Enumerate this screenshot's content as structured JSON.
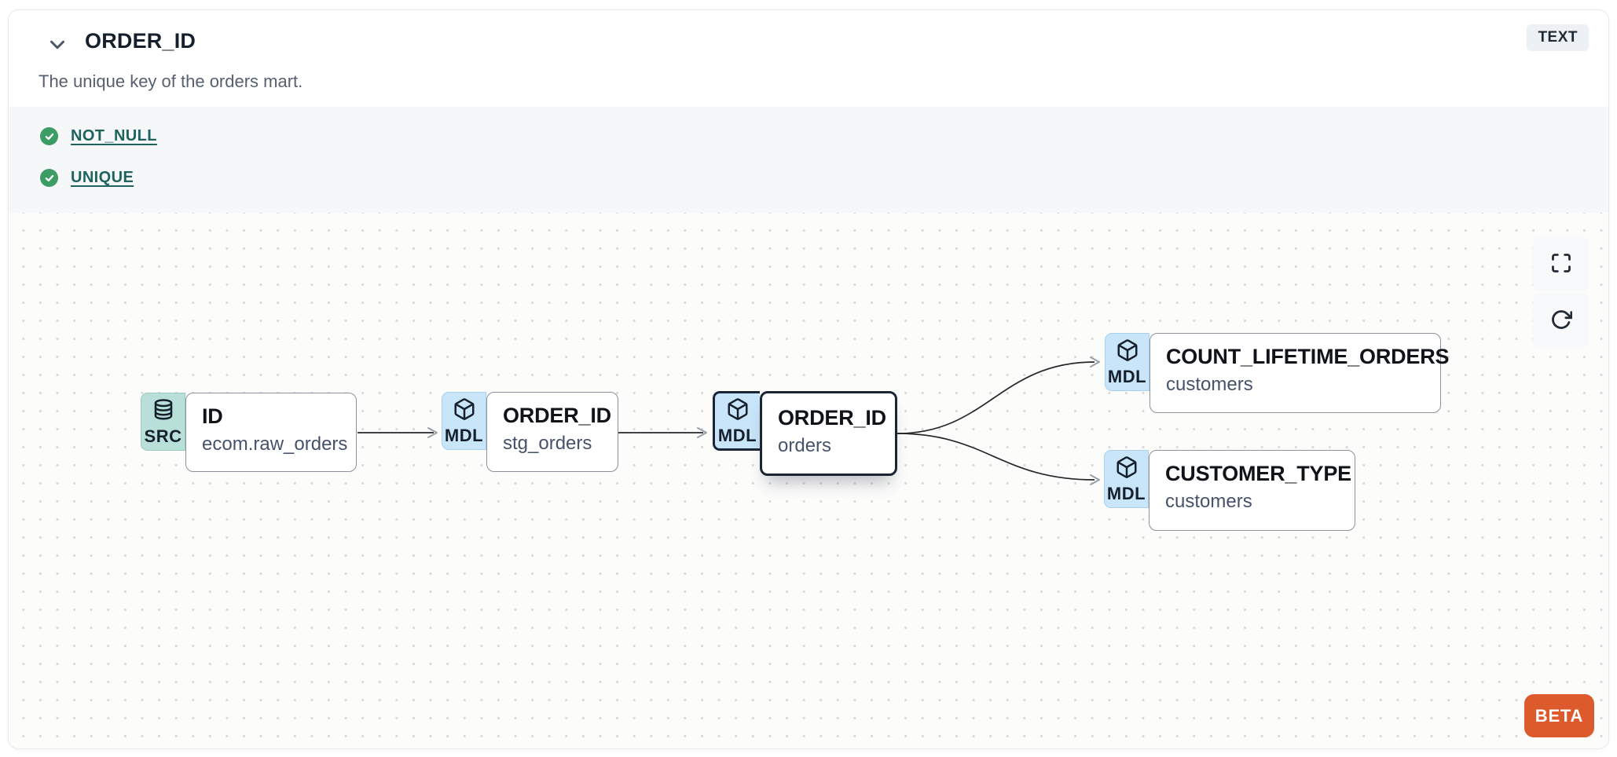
{
  "header": {
    "title": "ORDER_ID",
    "type_badge": "TEXT",
    "description": "The unique key of the orders mart."
  },
  "tests": [
    {
      "label": "NOT_NULL",
      "status": "pass"
    },
    {
      "label": "UNIQUE",
      "status": "pass"
    }
  ],
  "graph": {
    "nodes": [
      {
        "badge": "SRC",
        "icon": "database-icon",
        "title": "ID",
        "subtitle": "ecom.raw_orders",
        "kind": "source",
        "selected": false
      },
      {
        "badge": "MDL",
        "icon": "box-icon",
        "title": "ORDER_ID",
        "subtitle": "stg_orders",
        "kind": "model",
        "selected": false
      },
      {
        "badge": "MDL",
        "icon": "box-icon",
        "title": "ORDER_ID",
        "subtitle": "orders",
        "kind": "model",
        "selected": true
      },
      {
        "badge": "MDL",
        "icon": "box-icon",
        "title": "COUNT_LIFETIME_ORDERS",
        "subtitle": "customers",
        "kind": "model",
        "selected": false
      },
      {
        "badge": "MDL",
        "icon": "box-icon",
        "title": "CUSTOMER_TYPE",
        "subtitle": "customers",
        "kind": "model",
        "selected": false
      }
    ],
    "edges": [
      {
        "from": "ID (ecom.raw_orders)",
        "to": "ORDER_ID (stg_orders)"
      },
      {
        "from": "ORDER_ID (stg_orders)",
        "to": "ORDER_ID (orders)"
      },
      {
        "from": "ORDER_ID (orders)",
        "to": "COUNT_LIFETIME_ORDERS (customers)"
      },
      {
        "from": "ORDER_ID (orders)",
        "to": "CUSTOMER_TYPE (customers)"
      }
    ],
    "beta_label": "BETA"
  },
  "colors": {
    "test_pass_green": "#3d9c64",
    "test_link_teal": "#1e635d",
    "source_badge_teal": "#b9dfd9",
    "model_badge_blue": "#c9e5f9",
    "selected_border": "#1b2635",
    "beta_orange": "#dd5a2d",
    "type_badge_bg": "#edf0f4"
  }
}
